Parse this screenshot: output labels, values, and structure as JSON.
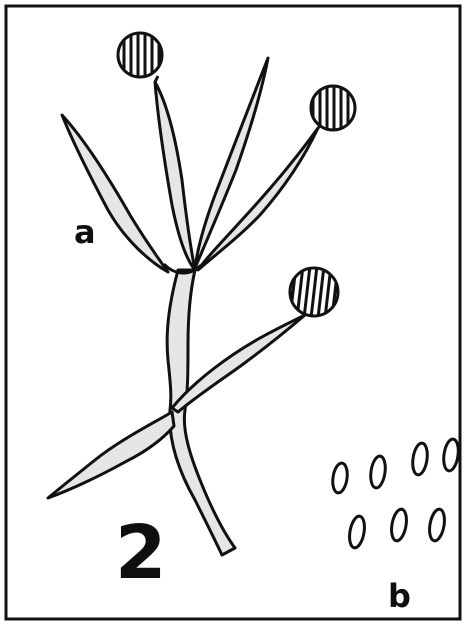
{
  "figure": {
    "number": "2",
    "part_labels": {
      "a": "a",
      "b": "b"
    }
  },
  "colors": {
    "ink": "#111111",
    "fill_light": "#e6e6e6",
    "paper": "#ffffff"
  },
  "icons": {
    "sporangium": "hatched-circle",
    "spore": "oval-outline"
  }
}
